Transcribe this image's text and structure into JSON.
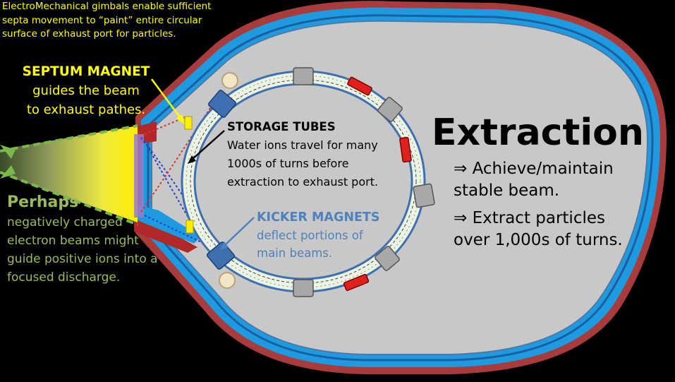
{
  "top_note": [
    "ElectroMechanical gimbals enable sufficient",
    "septa movement to “paint” entire circular",
    "surface of exhaust port for particles."
  ],
  "septum": {
    "heading": "SEPTUM MAGNET",
    "lines": [
      "guides the beam",
      "to exhaust pathes."
    ]
  },
  "perhaps": {
    "heading": "Perhaps",
    "lines": [
      "negatively charged",
      "electron beams might",
      "guide positive ions into a",
      "focused discharge."
    ]
  },
  "storage": {
    "heading": "STORAGE TUBES",
    "lines": [
      "Water ions travel for many",
      "1000s of turns before",
      "extraction to exhaust port."
    ]
  },
  "kicker": {
    "heading": "KICKER MAGNETS",
    "lines": [
      "deflect portions of",
      "main beams."
    ]
  },
  "extraction": {
    "title": "Extraction",
    "bullets": [
      [
        "⇒ Achieve/maintain",
        "stable beam."
      ],
      [
        "⇒ Extract particles",
        "over 1,000s of turns."
      ]
    ]
  },
  "colors": {
    "hull_outer": "#a83c3c",
    "hull_blue": "#1e9be0",
    "hull_inner": "#c8c8c8",
    "ring_fill": "#ebf3e3",
    "magnet_blue": "#3e6fb0",
    "kicker_red": "#e0201c",
    "beam_yellow": "#ffee00",
    "label_yellow": "#ffff00",
    "label_green": "#9bbb59",
    "label_blue": "#4f81bd"
  }
}
